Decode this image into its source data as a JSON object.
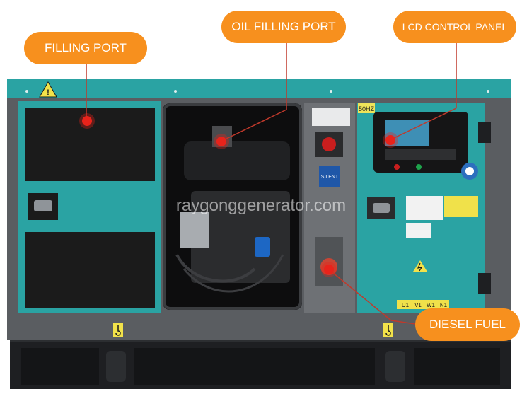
{
  "colors": {
    "callout": "#f7901e",
    "cabinet": "#2aa3a3",
    "frame": "#5a5d61",
    "base": "#1e1f22",
    "vent": "#1b1b1b",
    "marker": "#e8231b"
  },
  "callouts": {
    "filling_port": "FILLING PORT",
    "oil_filling_port": "OIL FILLING PORT",
    "lcd_control_panel": "LCD CONTROL PANEL",
    "diesel_fuel": "DIESEL FUEL"
  },
  "panel_labels": {
    "frequency": "50HZ",
    "brand_badge": "SILENT",
    "terminal_u": "U1",
    "terminal_v": "V1",
    "terminal_w": "W1",
    "terminal_n": "N1"
  },
  "watermark": "raygonggenerator.com",
  "icons": [
    "warning-triangle-icon",
    "lightning-bolt-icon",
    "ear-protection-icon",
    "lifting-hook-icon"
  ]
}
